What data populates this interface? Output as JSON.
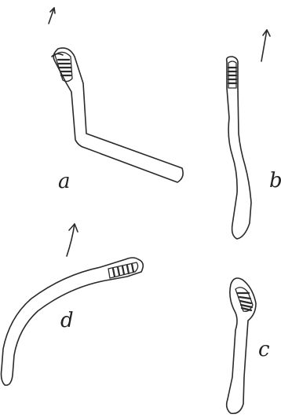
{
  "figure": {
    "panels": [
      {
        "id": "a",
        "label": "a"
      },
      {
        "id": "b",
        "label": "b"
      },
      {
        "id": "c",
        "label": "c"
      },
      {
        "id": "d",
        "label": "d"
      }
    ],
    "icons": [
      "arrow-up-icon",
      "worm-outline-icon",
      "segmented-head-icon"
    ]
  }
}
